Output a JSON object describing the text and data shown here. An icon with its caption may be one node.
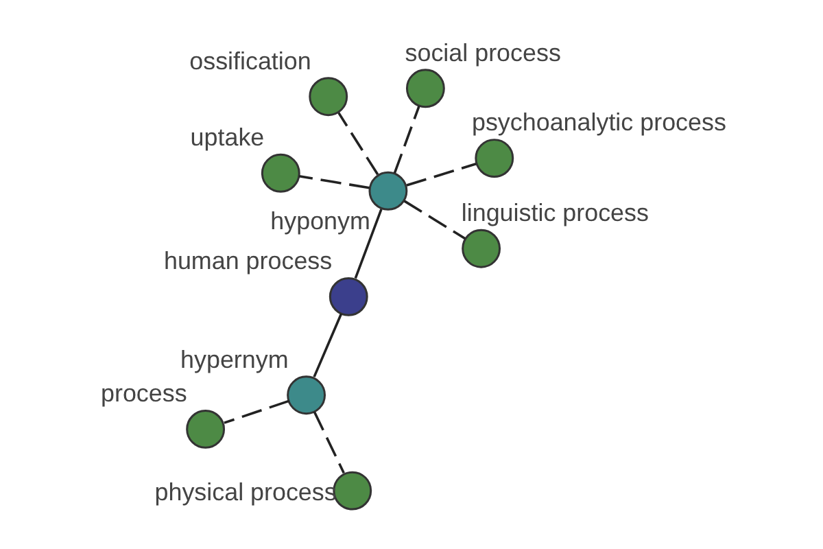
{
  "diagram": {
    "nodes": [
      {
        "text": [
          "human process"
        ]
      },
      {
        "text": [
          "hypernym"
        ]
      },
      {
        "text": [
          "physical process"
        ]
      },
      {
        "text": [
          "process"
        ]
      },
      {
        "text": [
          "hyponym"
        ]
      },
      {
        "text": [
          "ossification"
        ]
      },
      {
        "text": [
          "uptake"
        ]
      },
      {
        "text": [
          "social process"
        ]
      },
      {
        "text": [
          "linguistic process"
        ]
      },
      {
        "text": [
          "psychoanalytic process"
        ]
      }
    ],
    "edges": [
      {
        "from": 0,
        "to": 1,
        "arrow": "none"
      },
      {
        "from": 0,
        "to": 4,
        "arrow": "none"
      },
      {
        "from": 1,
        "to": 2,
        "arrow": "none",
        "style": "dashed"
      },
      {
        "from": 1,
        "to": 3,
        "arrow": "none",
        "style": "dashed"
      },
      {
        "from": 4,
        "to": 5,
        "arrow": "none",
        "style": "dashed"
      },
      {
        "from": 4,
        "to": 6,
        "arrow": "none",
        "style": "dashed"
      },
      {
        "from": 4,
        "to": 7,
        "arrow": "none",
        "style": "dashed"
      },
      {
        "from": 4,
        "to": 8,
        "arrow": "none",
        "style": "dashed"
      },
      {
        "from": 4,
        "to": 9,
        "arrow": "none",
        "style": "dashed"
      }
    ]
  }
}
